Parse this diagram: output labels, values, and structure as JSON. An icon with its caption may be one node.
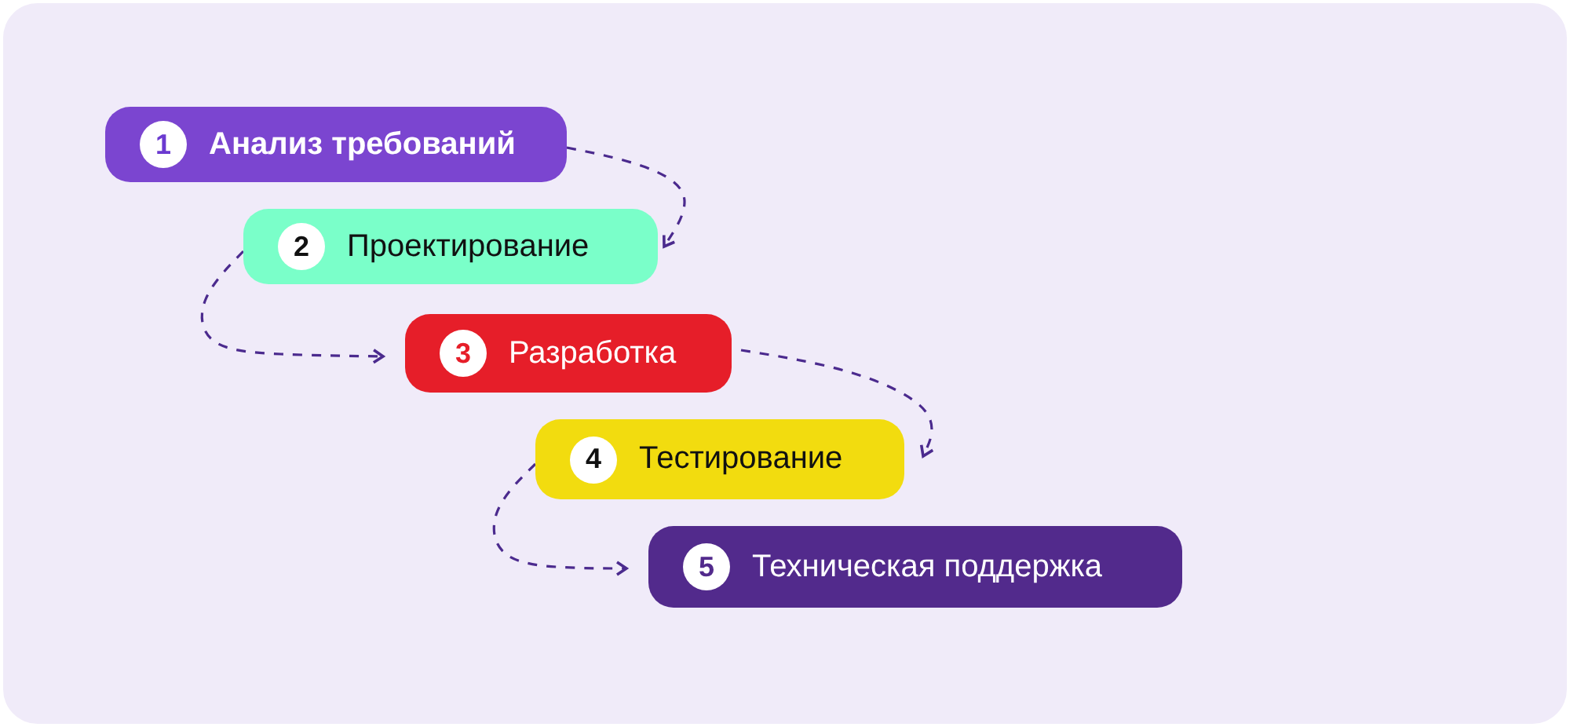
{
  "diagram": {
    "nodes": [
      {
        "text": [
          "1",
          "Анализ требований"
        ]
      },
      {
        "text": [
          "2",
          "Проектирование"
        ]
      },
      {
        "text": [
          "3",
          "Разработка"
        ]
      },
      {
        "text": [
          "4",
          "Тестирование"
        ]
      },
      {
        "text": [
          "5",
          "Техническая поддержка"
        ]
      }
    ],
    "edges": [
      {
        "from": 0,
        "to": 1,
        "arrow": "to",
        "style": "dashed"
      },
      {
        "from": 1,
        "to": 2,
        "arrow": "to",
        "style": "dashed"
      },
      {
        "from": 2,
        "to": 3,
        "arrow": "to",
        "style": "dashed"
      },
      {
        "from": 3,
        "to": 4,
        "arrow": "to",
        "style": "dashed"
      }
    ]
  }
}
